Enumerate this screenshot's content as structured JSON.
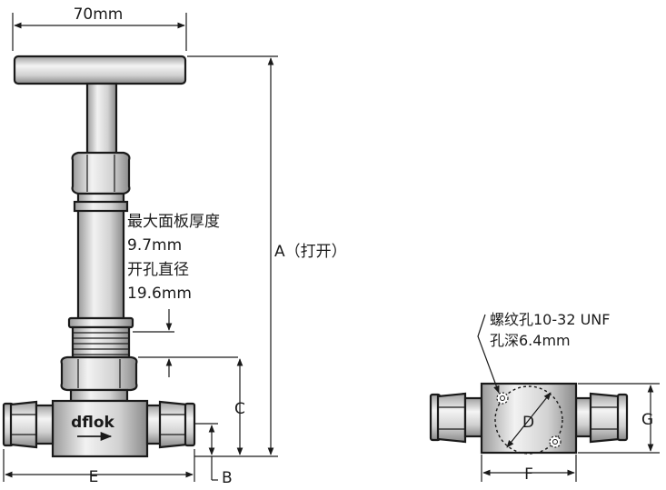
{
  "labels": {
    "handle_width": "70mm",
    "panel_thickness_title": "最大面板厚度",
    "panel_thickness_value": "9.7mm",
    "hole_diameter_title": "开孔直径",
    "hole_diameter_value": "19.6mm",
    "dim_a": "A（打开）",
    "dim_b": "B",
    "dim_c": "C",
    "dim_e": "E",
    "dim_d": "D",
    "dim_f": "F",
    "dim_g": "G",
    "thread_hole": "螺纹孔10-32 UNF",
    "hole_depth": "孔深6.4mm",
    "brand": "dflok"
  },
  "colors": {
    "metal_light": "#e9e9e9",
    "metal_mid": "#c4c4c4",
    "metal_dark": "#8e8e8e",
    "outline": "#1a1a1a"
  }
}
